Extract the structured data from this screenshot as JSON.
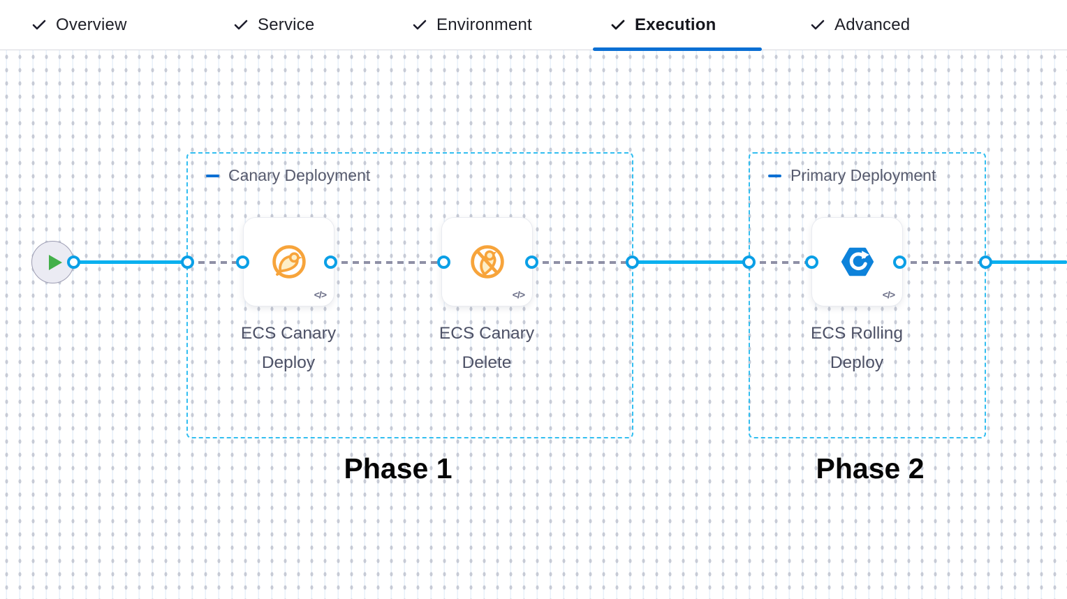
{
  "header": {
    "tabs": [
      {
        "label": "Overview",
        "state": "completed"
      },
      {
        "label": "Service",
        "state": "completed"
      },
      {
        "label": "Environment",
        "state": "completed"
      },
      {
        "label": "Execution",
        "state": "completed-active"
      },
      {
        "label": "Advanced",
        "state": "completed"
      }
    ]
  },
  "pipeline": {
    "start_node": {
      "icon": "play-icon"
    },
    "stages": [
      {
        "label": "Canary Deployment",
        "collapse_icon": "minus-icon",
        "phase_caption": "Phase 1",
        "steps": [
          {
            "name": "ECS Canary Deploy",
            "icon": "ecs-canary-deploy-icon",
            "code_badge": "</>"
          },
          {
            "name": "ECS Canary Delete",
            "icon": "ecs-canary-delete-icon",
            "code_badge": "</>"
          }
        ]
      },
      {
        "label": "Primary Deployment",
        "collapse_icon": "minus-icon",
        "phase_caption": "Phase 2",
        "steps": [
          {
            "name": "ECS Rolling Deploy",
            "icon": "ecs-rolling-deploy-icon",
            "code_badge": "</>"
          }
        ]
      }
    ]
  },
  "colors": {
    "active_tab_underline": "#0b6fd3",
    "connector_solid": "#0ab0ef",
    "connector_dashed": "#8f90a6",
    "stage_border": "#33bef0",
    "port_ring": "#0a9fe6",
    "canary_orange": "#f7a43b",
    "ecs_blue": "#0d82da",
    "play_green": "#43b04a"
  }
}
